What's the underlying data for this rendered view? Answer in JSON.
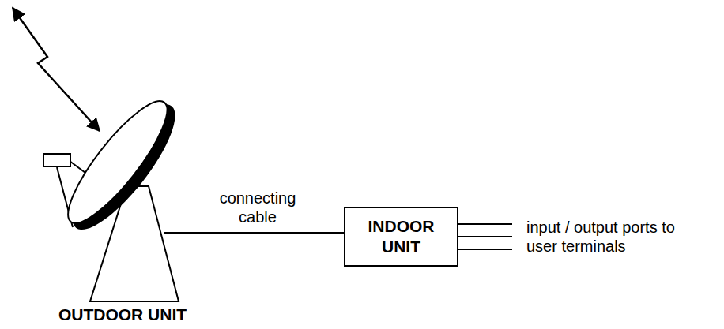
{
  "diagram": {
    "nodes": [
      {
        "text": [
          "OUTDOOR UNIT"
        ]
      },
      {
        "text": [
          "INDOOR UNIT"
        ]
      }
    ],
    "edges": [
      {
        "from": 0,
        "to": 1,
        "arrow": "none",
        "label": "connecting cable"
      }
    ],
    "labels": [
      "input / output ports to user terminals"
    ]
  }
}
